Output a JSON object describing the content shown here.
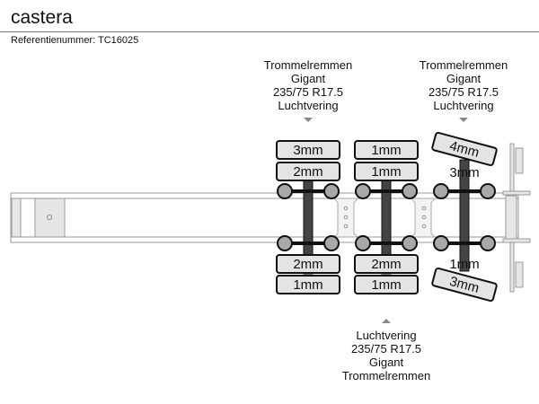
{
  "header": {
    "title": "castera",
    "reference": "Referentienummer: TC16025"
  },
  "axles": [
    {
      "top_label": [
        "Trommelremmen",
        "Gigant",
        "235/75 R17.5",
        "Luchtvering"
      ],
      "tires": {
        "top_outer": "3mm",
        "top_inner": "2mm",
        "bottom_inner": "2mm",
        "bottom_outer": "1mm"
      },
      "steering": false
    },
    {
      "bottom_label": [
        "Luchtvering",
        "235/75 R17.5",
        "Gigant",
        "Trommelremmen"
      ],
      "tires": {
        "top_outer": "1mm",
        "top_inner": "1mm",
        "bottom_inner": "2mm",
        "bottom_outer": "1mm"
      },
      "steering": false
    },
    {
      "top_label": [
        "Trommelremmen",
        "Gigant",
        "235/75 R17.5",
        "Luchtvering"
      ],
      "tires": {
        "top_outer": "4mm",
        "top_inner": "3mm",
        "bottom_inner": "1mm",
        "bottom_outer": "3mm"
      },
      "steering": true
    }
  ],
  "colors": {
    "tire_fill": "#e4e4e4",
    "axle": "#444444",
    "hub": "#a8a8a8",
    "frame_line": "#999999"
  }
}
